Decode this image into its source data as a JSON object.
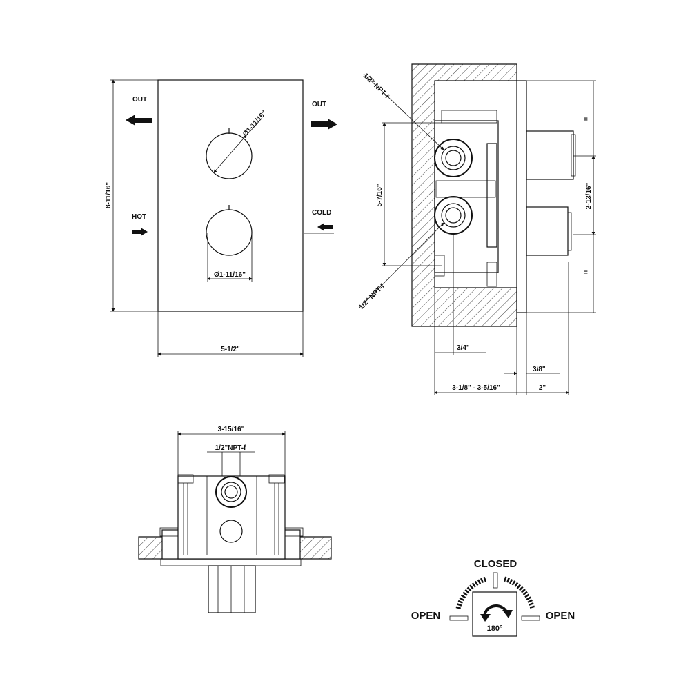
{
  "front_view": {
    "out_left": "OUT",
    "out_right": "OUT",
    "hot": "HOT",
    "cold": "COLD",
    "height_dim": "8-11/16\"",
    "width_dim": "5-1/2\"",
    "knob_top_dia": "Ø1-11/16\"",
    "knob_bottom_dia": "Ø1-11/16\""
  },
  "side_view": {
    "npt_top": "1/2\" NPT-f",
    "npt_bottom": "1/2\" NPT-f",
    "dim_5_7_16": "5-7/16\"",
    "dim_2_13_16": "2-13/16\"",
    "dim_3_4": "3/4\"",
    "dim_3_8": "3/8\"",
    "dim_depth": "3-1/8\"  -  3-5/16\"",
    "dim_2": "2\""
  },
  "top_view": {
    "dim_width": "3-15/16\"",
    "npt": "1/2\"NPT-f"
  },
  "rotation": {
    "closed": "CLOSED",
    "open_left": "OPEN",
    "open_right": "OPEN",
    "angle": "180°"
  }
}
